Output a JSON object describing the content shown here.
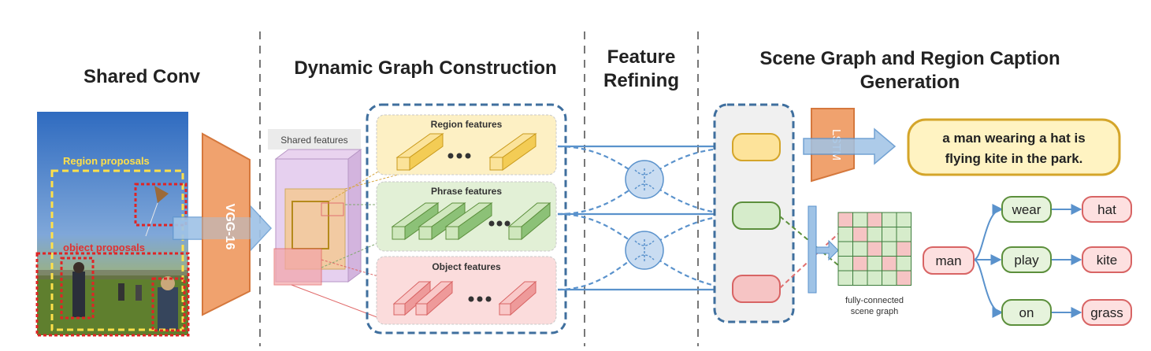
{
  "sections": {
    "shared_conv": "Shared Conv",
    "dynamic_graph": "Dynamic Graph Construction",
    "feature_refining": [
      "Feature",
      "Refining"
    ],
    "scene_graph": [
      "Scene Graph and Region Caption",
      "Generation"
    ]
  },
  "photo": {
    "region_proposals": "Region proposals",
    "object_proposals": "object proposals"
  },
  "backbone": "VGG-16",
  "shared_features": "Shared features",
  "feature_panels": {
    "region": "Region features",
    "phrase": "Phrase features",
    "object": "Object features"
  },
  "lstm": "LSTM",
  "caption": [
    "a man wearing a hat is",
    "flying kite in the park."
  ],
  "scene_graph_label": [
    "fully-connected",
    "scene graph"
  ],
  "graph": {
    "subject": "man",
    "predicates": [
      "wear",
      "play",
      "on"
    ],
    "objects": [
      "hat",
      "kite",
      "grass"
    ]
  },
  "colors": {
    "region": "#f3c74a",
    "phrase": "#8cc177",
    "object": "#ee9a9a",
    "vgg": "#f0a26e",
    "arrow": "#6aa3d8",
    "dashed_frame": "#3f6f9e"
  }
}
